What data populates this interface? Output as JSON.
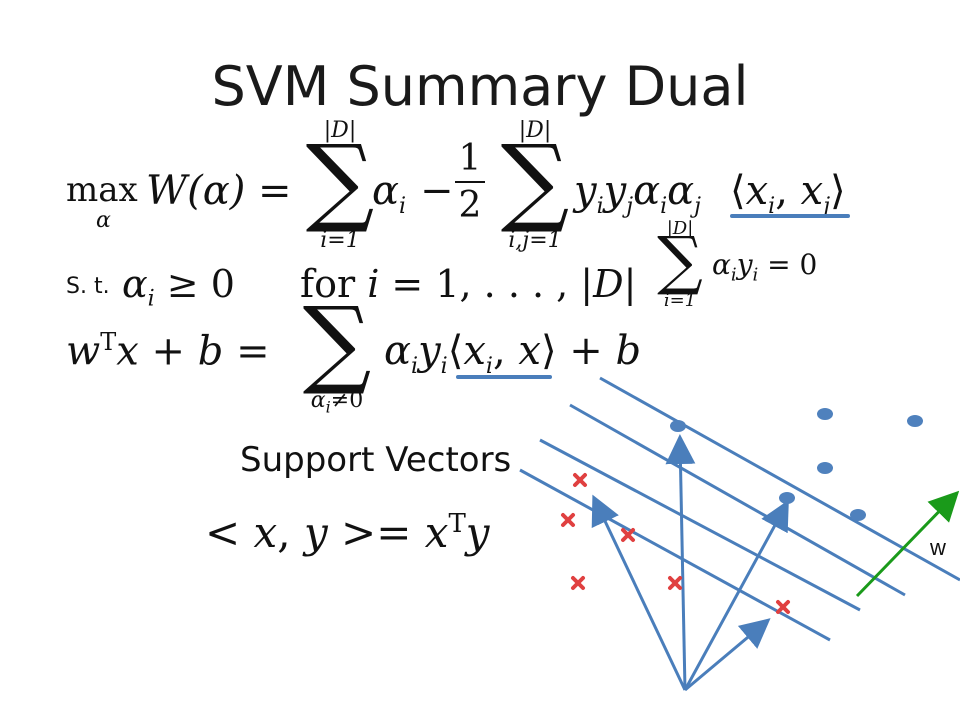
{
  "title": "SVM Summary Dual",
  "objective": {
    "max": "max",
    "sub": "α",
    "lhs": "W(α) =",
    "sum1_top": "|D|",
    "sum1_bottom": "i=1",
    "term1": "α",
    "minus": "−",
    "frac_num": "1",
    "frac_den": "2",
    "sum2_top": "|D|",
    "sum2_bottom": "i,j=1",
    "term2": "y",
    "inner": "⟨x, x⟩"
  },
  "constraint": {
    "st_label": "S. t.",
    "alpha_ge": "α ≥ 0",
    "for_text": "for i = 1, . . . , |D|",
    "sum_top": "|D|",
    "sum_bottom": "i=1",
    "sum_expr": "α y = 0"
  },
  "decision": {
    "lhs": "w x + b =",
    "T": "T",
    "sum_bottom": "α ≠0",
    "rhs": "α y ⟨x , x⟩ + b"
  },
  "kernel": {
    "expr": "< x, y >= x y",
    "T": "T"
  },
  "support_vectors_label": "Support Vectors",
  "w_label": "w",
  "colors": {
    "highlight_underline": "#4a7ebb",
    "positive_point": "#4f81bd",
    "negative_point": "#e04040",
    "w_vector": "#1a9a1a",
    "line_color": "#4a7ebb"
  }
}
